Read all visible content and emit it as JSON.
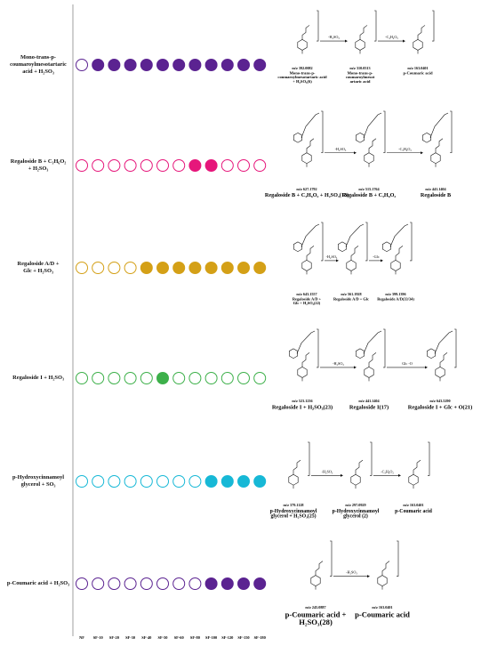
{
  "x_ticks": [
    "NF",
    "SF-10",
    "SF-20",
    "SF-30",
    "SF-40",
    "SF-50",
    "SF-60",
    "SF-80",
    "SF-100",
    "SF-120",
    "SF-150",
    "SF-180"
  ],
  "rows": [
    {
      "label_lines": [
        "Mono-trans-p-",
        "coumaroylmesotartaric",
        "acid + H₂SO₃"
      ],
      "color": "#5b2391",
      "filled": [
        false,
        true,
        true,
        true,
        true,
        true,
        true,
        true,
        true,
        true,
        true,
        true
      ],
      "scheme": {
        "arrows": [
          "-H₂SO₃",
          "-C₄H₄O₅"
        ],
        "compounds": [
          {
            "mz": "m/z 392.0082",
            "name": [
              "Mono-trans-p-",
              "coumaroylmesotartaric acid",
              "+ H₂SO₃(6)"
            ]
          },
          {
            "mz": "m/z 310.0513",
            "name": [
              "Mono-trans-p-",
              "coumaroylmesot",
              "artaric acid"
            ]
          },
          {
            "mz": "m/z 163.0401",
            "name": [
              "p-Coumaric acid"
            ]
          }
        ]
      }
    },
    {
      "label_lines": [
        "Regaloside B + C₃H₆O₂",
        "+ H₂SO₃"
      ],
      "color": "#e6177b",
      "filled": [
        false,
        false,
        false,
        false,
        false,
        false,
        false,
        true,
        true,
        false,
        false,
        false
      ],
      "scheme": {
        "arrows": [
          "-H₂SO₃",
          "-C₃H₆O₂"
        ],
        "compounds": [
          {
            "mz": "m/z 627.1792",
            "name": [
              "Regaloside B + C₃H₆O₂ + H₂SO₃(13)"
            ]
          },
          {
            "mz": "m/z 515.1764",
            "name": [
              "Regaloside B + C₃H₆O₂"
            ]
          },
          {
            "mz": "m/z 441.1404",
            "name": [
              "Regaloside B"
            ]
          }
        ]
      }
    },
    {
      "label_lines": [
        "Regaloside A/D +",
        "Glc + H₂SO₃"
      ],
      "color": "#d4a017",
      "filled": [
        false,
        false,
        false,
        false,
        true,
        true,
        true,
        true,
        true,
        true,
        true,
        true
      ],
      "scheme": {
        "arrows": [
          "-H₂SO₃",
          "-Glc"
        ],
        "compounds": [
          {
            "mz": "m/z 643.1557",
            "name": [
              "Regaloside A/D +",
              "Glc + H₂SO₃(22)"
            ]
          },
          {
            "mz": "m/z 561.1928",
            "name": [
              "Regaloside A/D + Glc"
            ]
          },
          {
            "mz": "m/z 399.1396",
            "name": [
              "Regaloside A/D(33/34)"
            ]
          }
        ]
      }
    },
    {
      "label_lines": [
        "Regaloside I + H₂SO₃"
      ],
      "color": "#3db04a",
      "filled": [
        false,
        false,
        false,
        false,
        false,
        true,
        false,
        false,
        false,
        false,
        false,
        false
      ],
      "scheme": {
        "arrows": [
          "-H₂SO₃",
          "Glc -O"
        ],
        "compounds": [
          {
            "mz": "m/z 523.1236",
            "name": [
              "Regaloside I + H₂SO₃(23)"
            ]
          },
          {
            "mz": "m/z 441.1404",
            "name": [
              "Regaloside I(17)"
            ]
          },
          {
            "mz": "m/z 643.5290",
            "name": [
              "Regaloside I + Glc + O(21)"
            ]
          }
        ]
      }
    },
    {
      "label_lines": [
        "p-Hydroxycinnamoyl",
        "glycerol + SO₃"
      ],
      "color": "#17b8d6",
      "filled": [
        false,
        false,
        false,
        false,
        false,
        false,
        false,
        false,
        true,
        true,
        true,
        true
      ],
      "scheme": {
        "arrows": [
          "-H₂SO₃",
          "-C₃H₆O₂"
        ],
        "compounds": [
          {
            "mz": "m/z 379.1128",
            "name": [
              "p-Hydroxycinnamoyl",
              "glycerol + H₂SO₃(25)"
            ]
          },
          {
            "mz": "m/z 297.0929",
            "name": [
              "p-Hydroxycinnamoyl",
              "glycerol (2)"
            ]
          },
          {
            "mz": "m/z 163.0401",
            "name": [
              "p-Coumaric acid"
            ]
          }
        ]
      }
    },
    {
      "label_lines": [
        "p-Coumaric acid + H₂SO₃"
      ],
      "color": "#5b2391",
      "filled": [
        false,
        false,
        false,
        false,
        false,
        false,
        false,
        false,
        true,
        true,
        true,
        true
      ],
      "scheme": {
        "arrows": [
          "-H₂SO₃"
        ],
        "compounds": [
          {
            "mz": "m/z 245.0887",
            "name": [
              "p-Coumaric acid +",
              "H₂SO₃(28)"
            ]
          },
          {
            "mz": "m/z 163.0401",
            "name": [
              "p-Coumaric acid"
            ]
          }
        ]
      }
    }
  ]
}
